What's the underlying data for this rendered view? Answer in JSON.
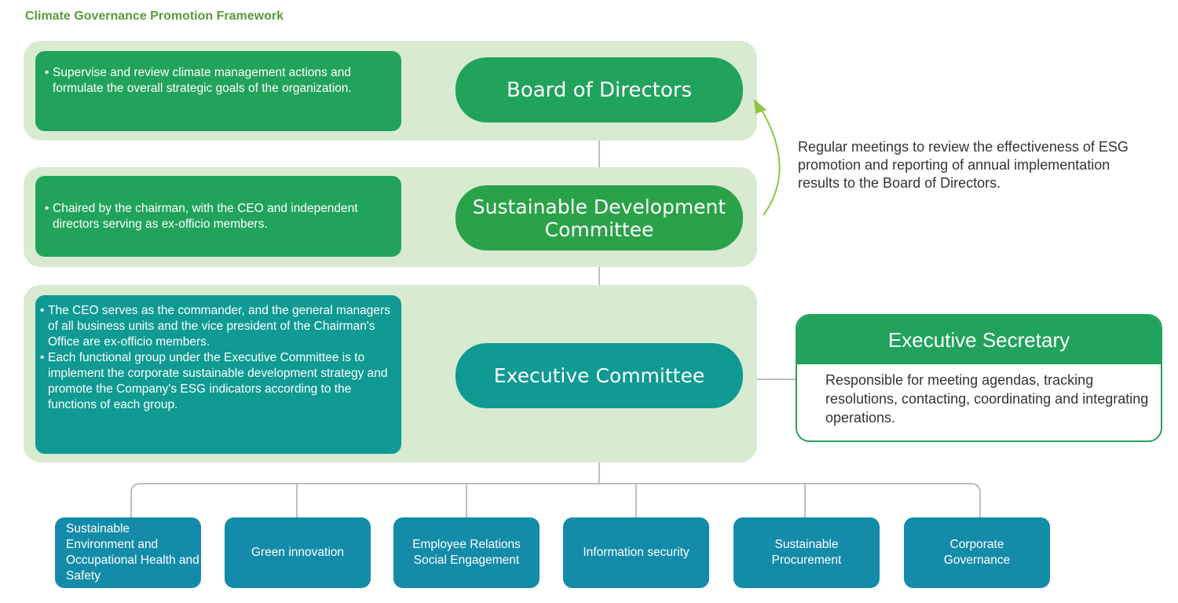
{
  "title": "Climate Governance Promotion Framework",
  "colors": {
    "band": "#d8ead0",
    "green": "#21a35c",
    "sdc_green": "#2aa24a",
    "teal": "#0f9a93",
    "group_blue": "#148ba8",
    "arrow": "#8dc63f",
    "title_green": "#5a9a3a"
  },
  "board": {
    "label": "Board of Directors",
    "description": [
      "Supervise and review climate management actions and formulate the overall strategic goals of the organization."
    ]
  },
  "sdc": {
    "label_line1": "Sustainable Development",
    "label_line2": "Committee",
    "description": [
      "Chaired by the chairman, with the CEO and independent directors serving as ex-officio members."
    ]
  },
  "executive": {
    "label": "Executive Committee",
    "description": [
      "The CEO serves as the commander, and the general managers of all business units and the vice president of the Chairman's Office are ex-officio members.",
      "Each functional group under the Executive Committee is to implement the corporate sustainable development strategy and promote the Company's ESG indicators according to the functions of each group."
    ]
  },
  "report_note": "Regular meetings to review the effectiveness of ESG promotion and reporting of annual implementation results to the Board of Directors.",
  "bullet_glyph": "•",
  "secretary": {
    "title": "Executive Secretary",
    "body": "Responsible for meeting agendas, tracking resolutions, contacting, coordinating and integrating operations."
  },
  "groups": [
    "Sustainable Environment and Occupational Health and Safety",
    "Green innovation",
    "Employee Relations Social Engagement",
    "Information security",
    "Sustainable Procurement",
    "Corporate Governance"
  ]
}
